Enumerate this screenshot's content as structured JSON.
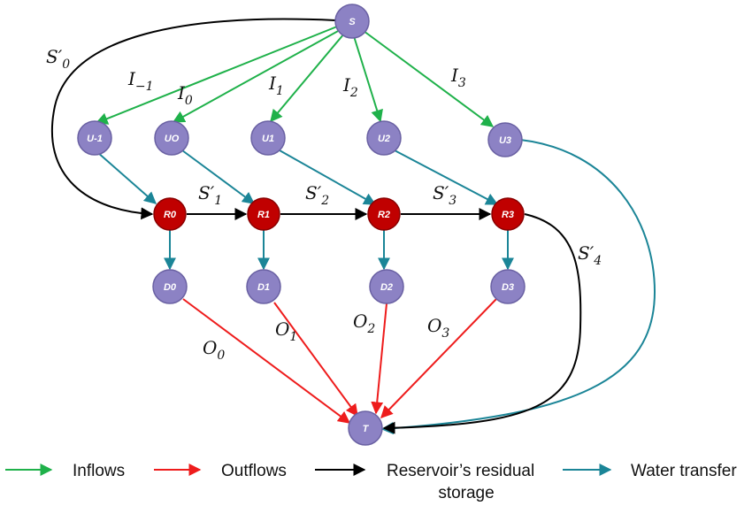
{
  "colors": {
    "inflow": "#1fb14a",
    "outflow": "#ee1c1c",
    "residual": "#000000",
    "transfer": "#1b8597",
    "node_purple": "#8c82c4",
    "node_purple_stroke": "#6a61a3",
    "node_red": "#c00000",
    "node_red_stroke": "#8a0000"
  },
  "nodes": {
    "S": "S",
    "Um1": "U-1",
    "U0": "UO",
    "U1": "U1",
    "U2": "U2",
    "U3": "U3",
    "R0": "R0",
    "R1": "R1",
    "R2": "R2",
    "R3": "R3",
    "D0": "D0",
    "D1": "D1",
    "D2": "D2",
    "D3": "D3",
    "T": "T"
  },
  "labels": {
    "I_m1": {
      "base": "I",
      "sub": "−1"
    },
    "I_0": {
      "base": "I",
      "sub": "0"
    },
    "I_1": {
      "base": "I",
      "sub": "1"
    },
    "I_2": {
      "base": "I",
      "sub": "2"
    },
    "I_3": {
      "base": "I",
      "sub": "3"
    },
    "S_0": {
      "base": "S′",
      "sub": "0"
    },
    "S_1": {
      "base": "S′",
      "sub": "1"
    },
    "S_2": {
      "base": "S′",
      "sub": "2"
    },
    "S_3": {
      "base": "S′",
      "sub": "3"
    },
    "S_4": {
      "base": "S′",
      "sub": "4"
    },
    "O_0": {
      "base": "O",
      "sub": "0"
    },
    "O_1": {
      "base": "O",
      "sub": "1"
    },
    "O_2": {
      "base": "O",
      "sub": "2"
    },
    "O_3": {
      "base": "O",
      "sub": "3"
    }
  },
  "legend": {
    "inflows": "Inflows",
    "outflows": "Outflows",
    "residual_line1": "Reservoir’s residual",
    "residual_line2": "storage",
    "transfer": "Water transfer"
  }
}
